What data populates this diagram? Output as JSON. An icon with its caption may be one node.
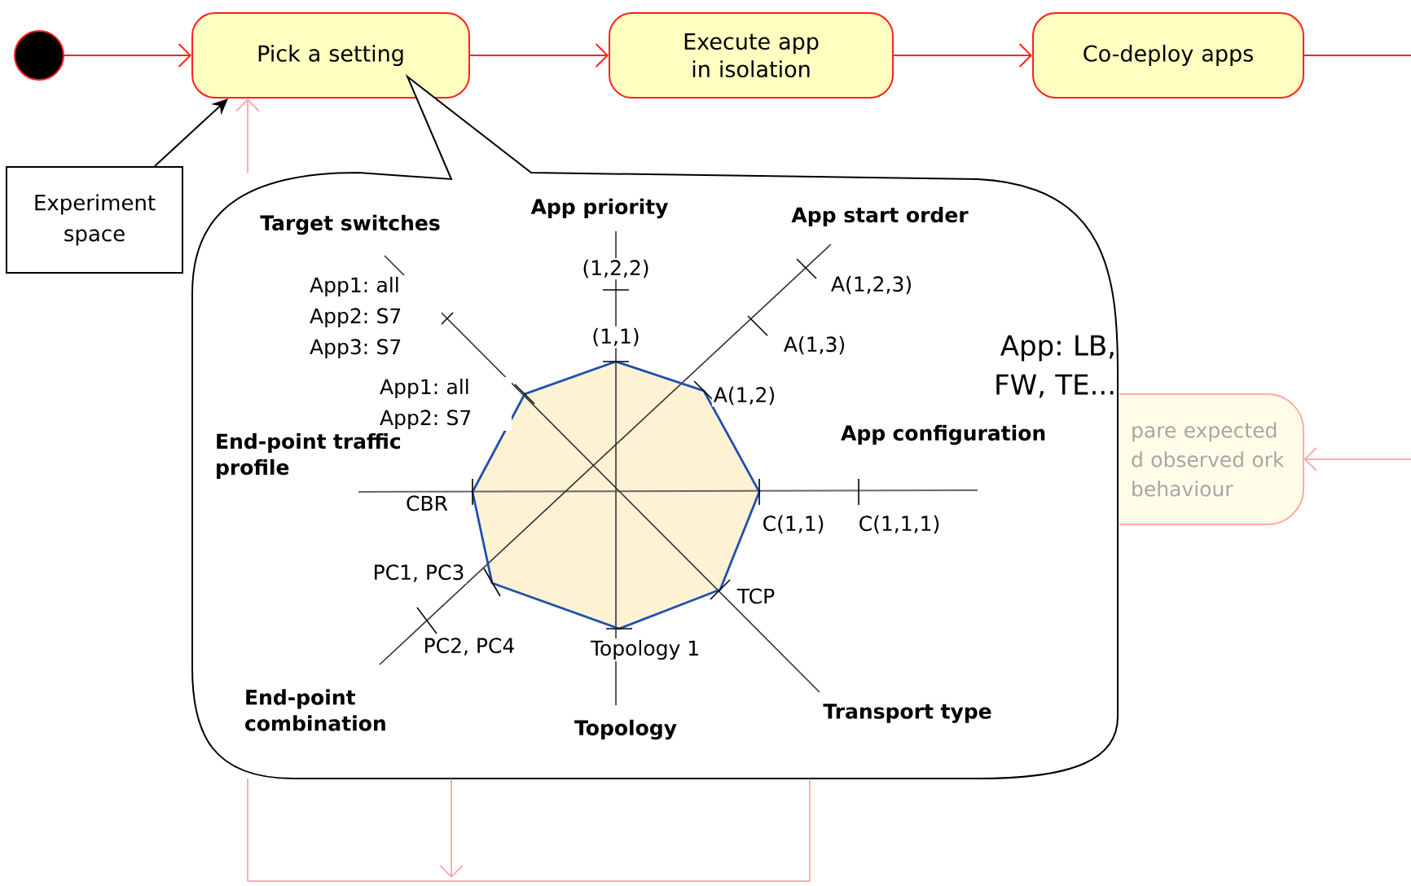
{
  "diagram": {
    "nodes": [
      {
        "text": [],
        "shape": "circle"
      },
      {
        "text": [
          "Pick a setting"
        ]
      },
      {
        "text": [
          "Execute app in isolation"
        ]
      },
      {
        "text": [
          "Co-deploy apps"
        ]
      },
      {
        "text": [
          "Experiment space"
        ]
      },
      {
        "text": [
          "pare expected d observed ork behaviour"
        ]
      },
      {
        "text": [],
        "shape": "bubble"
      }
    ],
    "edges": [
      {
        "from": 0,
        "to": 1,
        "arrow": "to"
      },
      {
        "from": 1,
        "to": 2,
        "arrow": "to"
      },
      {
        "from": 2,
        "to": 3,
        "arrow": "to"
      },
      {
        "from": 3,
        "to": null,
        "arrow": "none"
      },
      {
        "from": 4,
        "to": 1,
        "arrow": "to",
        "color": "#000000"
      },
      {
        "from": null,
        "to": 5,
        "arrow": "to",
        "color": "#ffaaaa"
      },
      {
        "from": null,
        "to": 1,
        "arrow": "to",
        "color": "#ffaaaa"
      },
      {
        "from": 6,
        "to": null,
        "arrow": "to",
        "color": "#ffaaaa"
      },
      {
        "from": 6,
        "to": null,
        "arrow": "none",
        "color": "#ffaaaa"
      }
    ],
    "labels": [
      "App priority",
      "Target switches",
      "App start order",
      "(1,2,2)",
      "A(1,2,3)",
      "App1: all App2: S7 App3: S7",
      "(1,1)",
      "A(1,3)",
      "App: LB, FW, TE...",
      "A(1,2)",
      "App1: all App2: S7",
      "End-point traffic profile",
      "App configuration",
      "CBR",
      "C(1,1)",
      "C(1,1,1)",
      "PC1, PC3",
      "TCP",
      "PC2, PC4",
      "Topology 1",
      "End-point combination",
      "Transport type",
      "Topology"
    ]
  }
}
